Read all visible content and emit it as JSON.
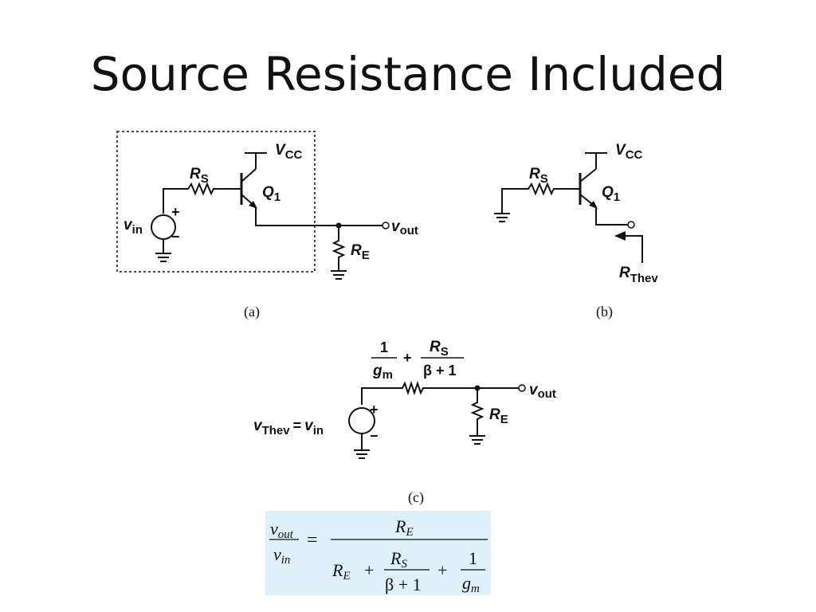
{
  "slide": {
    "title": "Source Resistance Included"
  },
  "circuit_a": {
    "caption": "(a)",
    "vcc": "V",
    "vcc_sub": "CC",
    "rs": "R",
    "rs_sub": "S",
    "q": "Q",
    "q_sub": "1",
    "vin": "v",
    "vin_sub": "in",
    "vout": "v",
    "vout_sub": "out",
    "re": "R",
    "re_sub": "E",
    "plus": "+",
    "minus": "−"
  },
  "circuit_b": {
    "caption": "(b)",
    "vcc": "V",
    "vcc_sub": "CC",
    "rs": "R",
    "rs_sub": "S",
    "q": "Q",
    "q_sub": "1",
    "rthev": "R",
    "rthev_sub": "Thev"
  },
  "circuit_c": {
    "caption": "(c)",
    "series_num1": "1",
    "series_den1": "g",
    "series_den1_sub": "m",
    "plus": "+",
    "series_num2": "R",
    "series_num2_sub": "S",
    "series_den2": "β + 1",
    "vthev": "v",
    "vthev_sub": "Thev",
    "equals": "=",
    "vin": "v",
    "vin_sub": "in",
    "vout": "v",
    "vout_sub": "out",
    "re": "R",
    "re_sub": "E",
    "src_plus": "+",
    "src_minus": "−"
  },
  "formula": {
    "lhs_num": "v",
    "lhs_num_sub": "out",
    "lhs_den": "v",
    "lhs_den_sub": "in",
    "equals": "=",
    "rhs_num": "R",
    "rhs_num_sub": "E",
    "den_r": "R",
    "den_r_sub": "E",
    "den_plus1": "+",
    "den_frac_num": "R",
    "den_frac_num_sub": "S",
    "den_frac_den": "β + 1",
    "den_plus2": "+",
    "den_frac2_num": "1",
    "den_frac2_den": "g",
    "den_frac2_den_sub": "m",
    "bg_color": "#dff1fb"
  }
}
